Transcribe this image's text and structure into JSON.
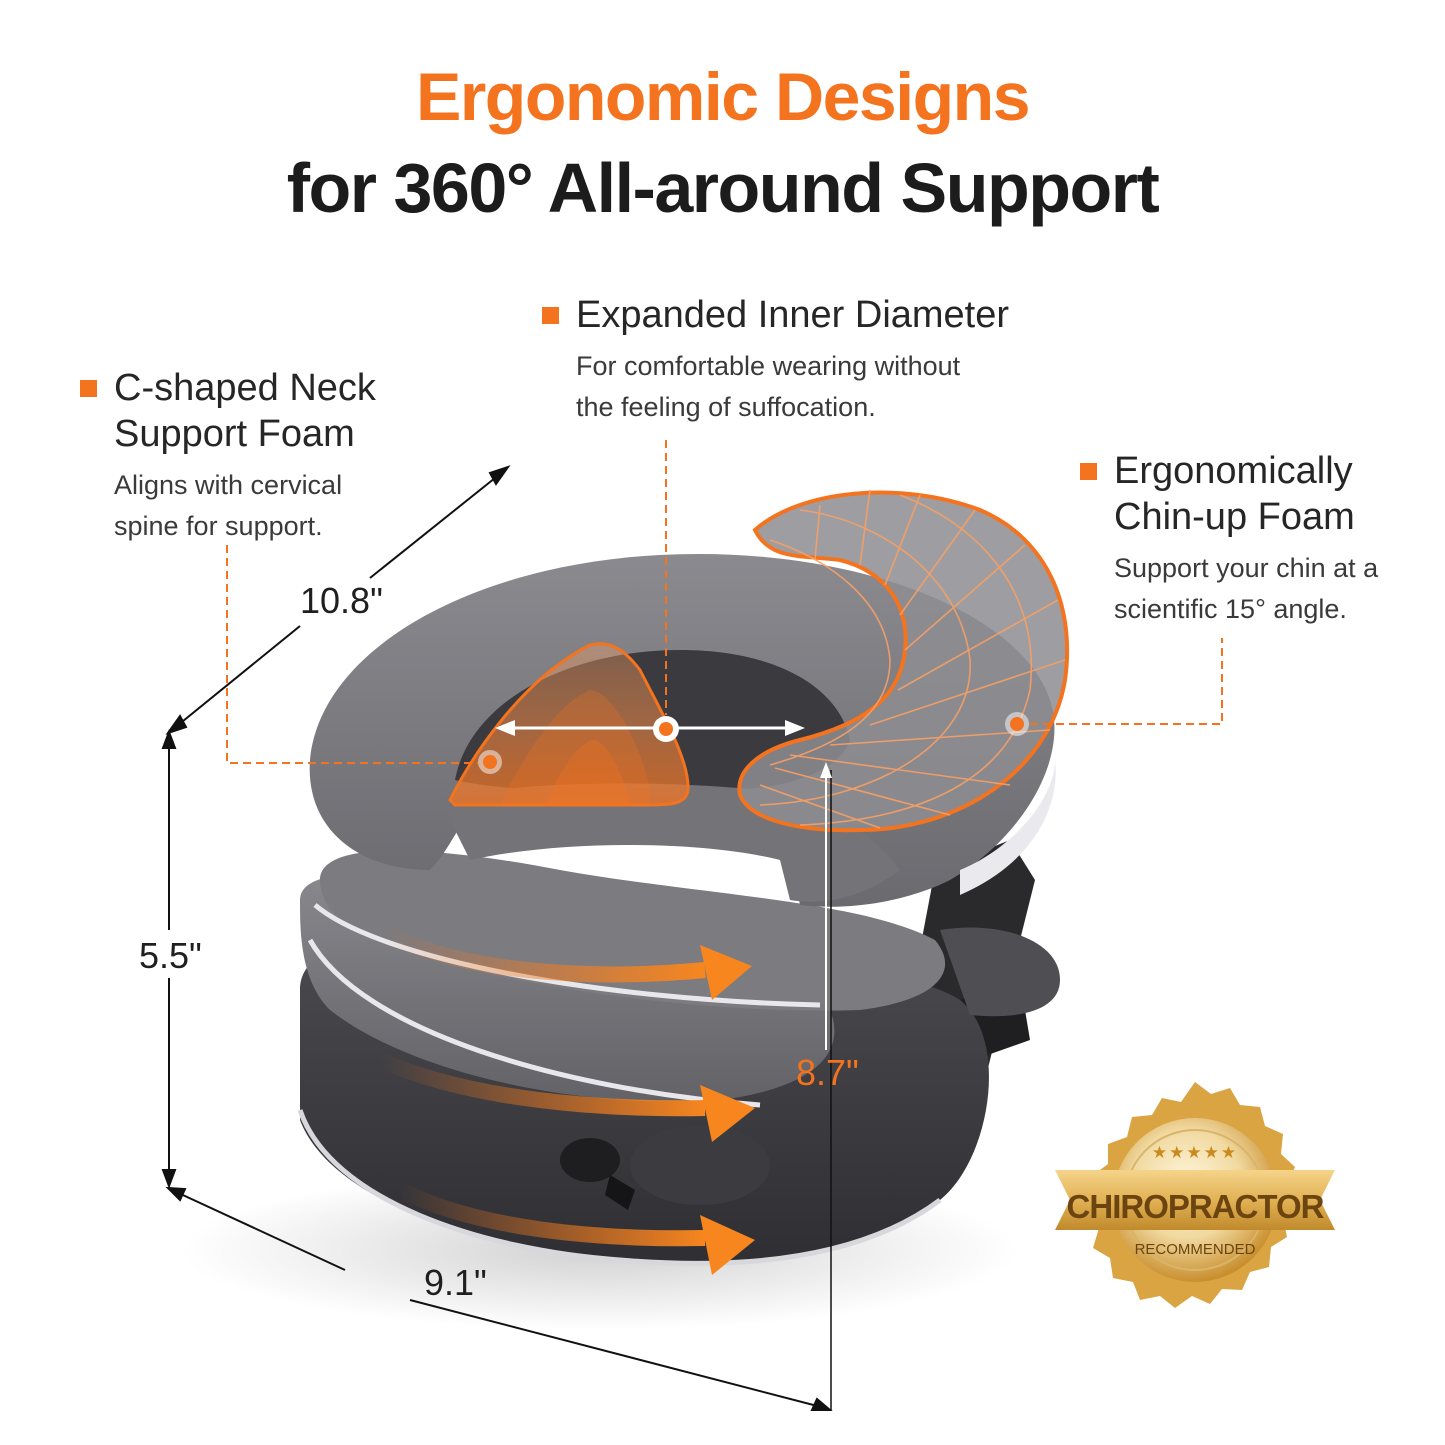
{
  "header": {
    "title_line1": "Ergonomic Designs",
    "title_line2": "for 360° All-around Support"
  },
  "features": [
    {
      "title_line1": "C-shaped Neck",
      "title_line2": "Support Foam",
      "desc_line1": "Aligns with cervical",
      "desc_line2": "spine for support."
    },
    {
      "title_line1": "Expanded Inner Diameter",
      "desc_line1": "For comfortable wearing without",
      "desc_line2": "the feeling of suffocation."
    },
    {
      "title_line1": "Ergonomically",
      "title_line2": "Chin-up Foam",
      "desc_line1": "Support your chin at a",
      "desc_line2": "scientific 15° angle."
    }
  ],
  "dimensions": {
    "depth": "10.8\"",
    "height": "5.5\"",
    "width": "9.1\"",
    "extended_height": "8.7\""
  },
  "badge": {
    "stars": "★★★★★",
    "title": "CHIROPRACTOR",
    "subtitle": "RECOMMENDED"
  },
  "colors": {
    "accent": "#f4731f",
    "text_dark": "#1c1c1c",
    "product_gray": "#6f6f74",
    "product_dark": "#3a3a3e",
    "badge_gold": "#d9a441"
  }
}
